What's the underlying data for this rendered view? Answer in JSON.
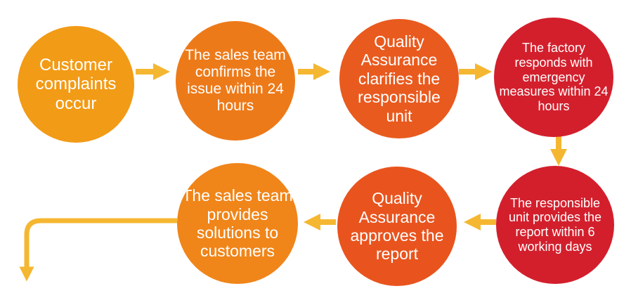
{
  "flowchart": {
    "steps": [
      {
        "id": "s1",
        "label": "Customer complaints occur",
        "color": "#F29B16"
      },
      {
        "id": "s2",
        "label": "The sales team confirms the issue within 24 hours",
        "color": "#ED7A19"
      },
      {
        "id": "s3",
        "label": "Quality Assurance clarifies the responsible unit",
        "color": "#E95A1E"
      },
      {
        "id": "s4",
        "label": "The factory responds with emergency measures within 24 hours",
        "color": "#D31F2C"
      },
      {
        "id": "s5",
        "label": "The responsible unit provides the report within 6 working days",
        "color": "#D31F2C"
      },
      {
        "id": "s6",
        "label": "Quality Assurance approves the report",
        "color": "#E9541E"
      },
      {
        "id": "s7",
        "label": "The sales team provides solutions to customers",
        "color": "#F08519"
      }
    ],
    "arrow_color": "#F5B731"
  }
}
